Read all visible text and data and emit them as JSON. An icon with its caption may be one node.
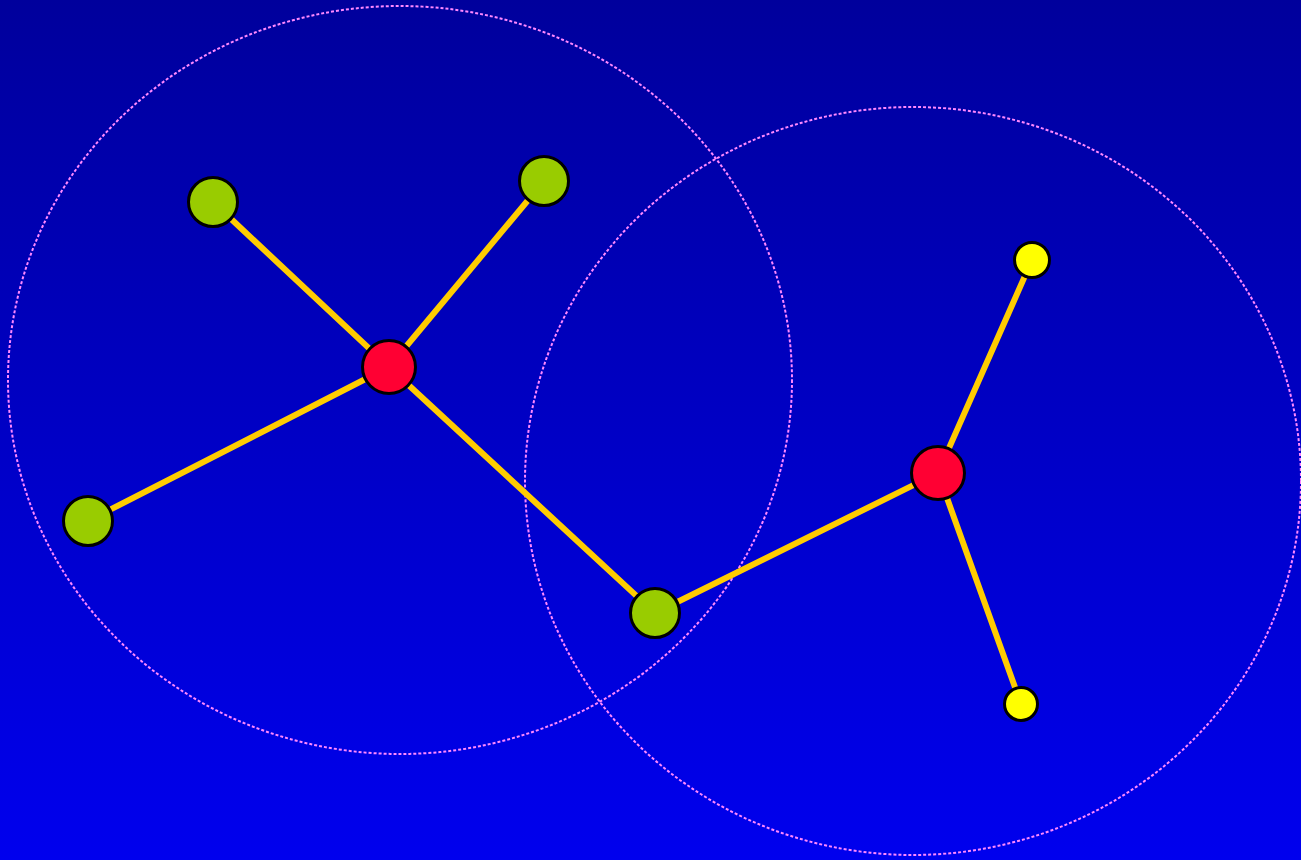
{
  "diagram": {
    "nodes": [
      {
        "text": [],
        "shape": "circle"
      },
      {
        "text": [],
        "shape": "circle"
      },
      {
        "text": [],
        "shape": "circle"
      },
      {
        "text": [],
        "shape": "circle"
      },
      {
        "text": [],
        "shape": "circle"
      },
      {
        "text": [],
        "shape": "circle"
      },
      {
        "text": [],
        "shape": "circle"
      },
      {
        "text": [],
        "shape": "circle"
      }
    ],
    "edges": [
      {
        "from": 2,
        "to": 0,
        "arrow": "none"
      },
      {
        "from": 2,
        "to": 1,
        "arrow": "none"
      },
      {
        "from": 2,
        "to": 3,
        "arrow": "none"
      },
      {
        "from": 2,
        "to": 4,
        "arrow": "none"
      },
      {
        "from": 5,
        "to": 4,
        "arrow": "none"
      },
      {
        "from": 5,
        "to": 6,
        "arrow": "none"
      },
      {
        "from": 5,
        "to": 7,
        "arrow": "none"
      }
    ]
  }
}
